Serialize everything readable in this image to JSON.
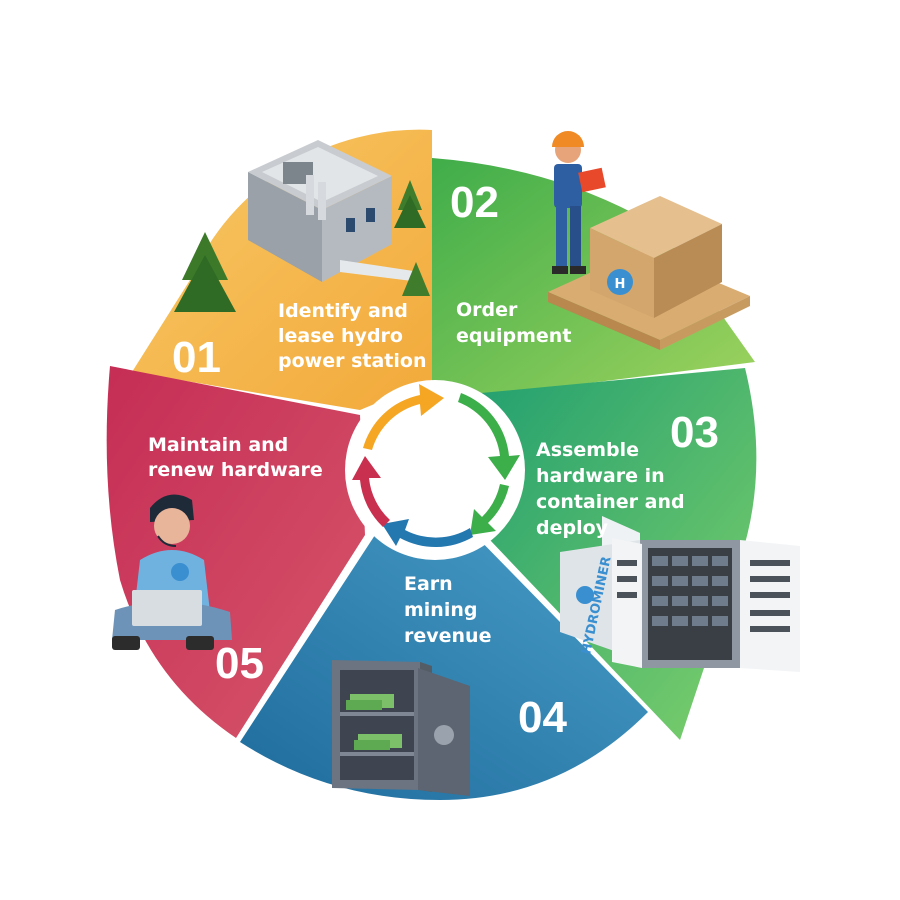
{
  "steps": [
    {
      "number": "01",
      "lines": [
        "Identify and",
        "lease hydro",
        "power station"
      ]
    },
    {
      "number": "02",
      "lines": [
        "Order",
        "equipment"
      ]
    },
    {
      "number": "03",
      "lines": [
        "Assemble",
        "hardware in",
        "container and",
        "deploy"
      ]
    },
    {
      "number": "04",
      "lines": [
        "Earn",
        "mining",
        "revenue"
      ]
    },
    {
      "number": "05",
      "lines": [
        "Maintain and",
        "renew hardware"
      ]
    }
  ],
  "brand": {
    "logo_letter": "H",
    "container_text": "HYDROMINER"
  },
  "colors": {
    "step1": "#f6b443",
    "step2": "#58b94b",
    "step3": "#26a368",
    "step4": "#2a7aa6",
    "step5": "#c43d5e",
    "cycle_orange": "#f5a623",
    "cycle_green": "#3cae4a",
    "cycle_blue": "#2478b0",
    "cycle_red": "#c9304f"
  },
  "icons": {
    "step1": "power-station-icon",
    "step2": "worker-with-box-icon",
    "step3": "mining-container-icon",
    "step4": "money-safe-icon",
    "step5": "technician-with-laptop-icon",
    "center": "cycle-arrows-icon"
  }
}
